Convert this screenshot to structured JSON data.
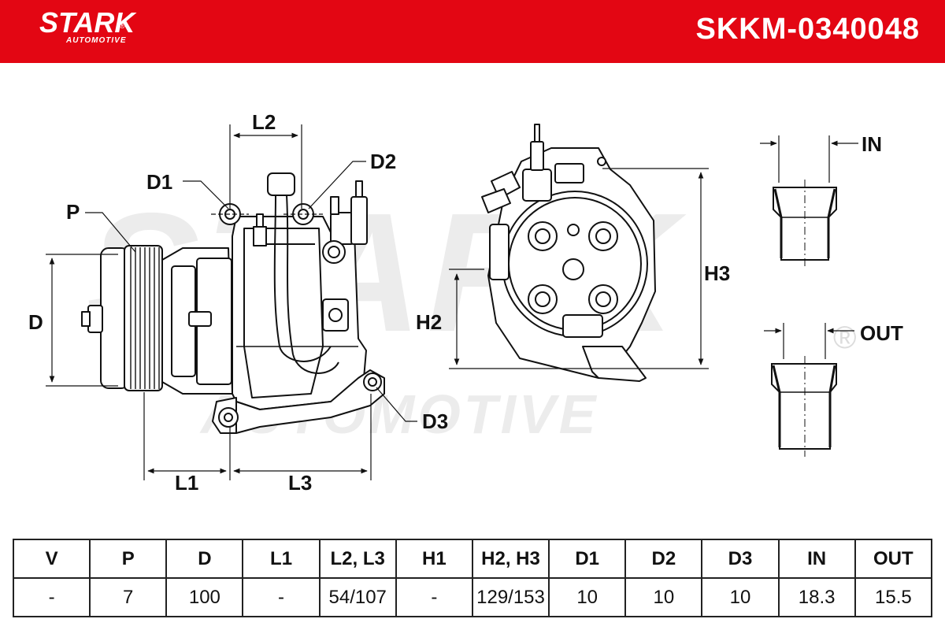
{
  "brand": {
    "name": "STARK",
    "sub": "AUTOMOTIVE",
    "registered": "®",
    "color": "#e30613"
  },
  "part_number": "SKKM-0340048",
  "watermark": {
    "main": "STARK",
    "sub": "AUTOMOTIVE",
    "registered": "®"
  },
  "dimension_labels": {
    "p": "P",
    "d": "D",
    "d1": "D1",
    "d2": "D2",
    "d3": "D3",
    "l1": "L1",
    "l2": "L2",
    "l3": "L3",
    "h2": "H2",
    "h3": "H3",
    "in": "IN",
    "out": "OUT"
  },
  "spec_table": {
    "headers": [
      "V",
      "P",
      "D",
      "L1",
      "L2, L3",
      "H1",
      "H2, H3",
      "D1",
      "D2",
      "D3",
      "IN",
      "OUT"
    ],
    "values": [
      "-",
      "7",
      "100",
      "-",
      "54/107",
      "-",
      "129/153",
      "10",
      "10",
      "10",
      "18.3",
      "15.5"
    ]
  }
}
